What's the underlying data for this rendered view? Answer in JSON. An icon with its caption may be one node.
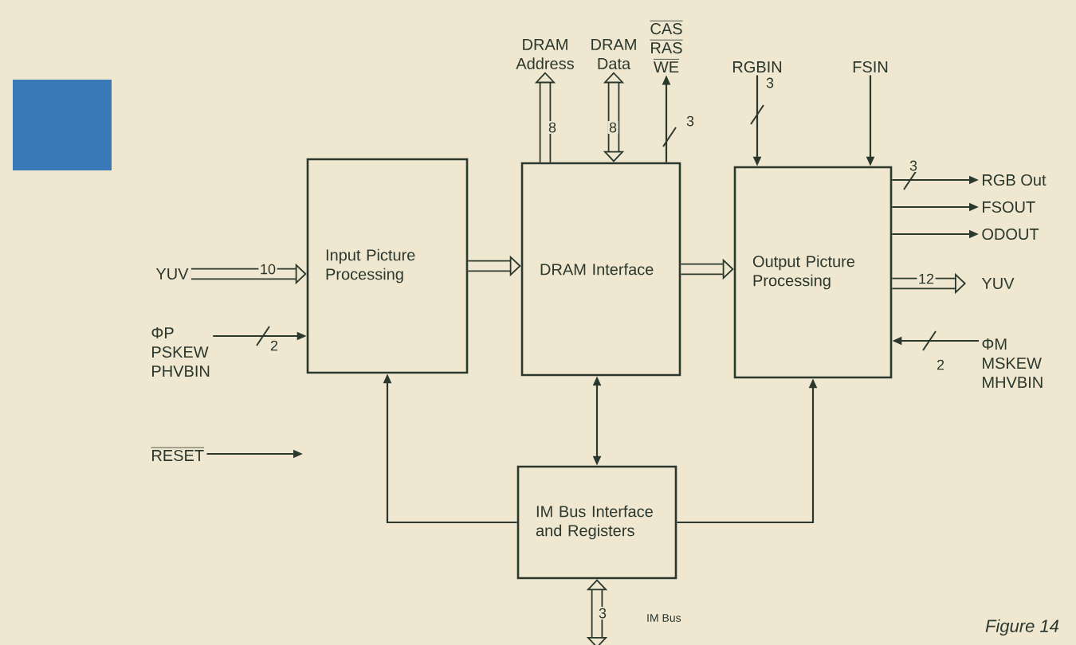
{
  "diagram": {
    "caption": "Figure 14",
    "nodes": [
      {
        "text": [
          "Input Picture Processing"
        ]
      },
      {
        "text": [
          "DRAM Interface"
        ]
      },
      {
        "text": [
          "Output Picture Processing"
        ]
      },
      {
        "text": [
          "IM Bus Interface and Registers"
        ]
      },
      {
        "text": [
          "YUV"
        ]
      },
      {
        "text": [
          "ΦP",
          "PSKEW",
          "PHVBIN"
        ]
      },
      {
        "text": [
          "RESET"
        ]
      },
      {
        "text": [
          "DRAM Address"
        ]
      },
      {
        "text": [
          "DRAM Data"
        ]
      },
      {
        "text": [
          "CAS",
          "RAS",
          "WE"
        ]
      },
      {
        "text": [
          "RGBIN"
        ]
      },
      {
        "text": [
          "FSIN"
        ]
      },
      {
        "text": [
          "RGB Out"
        ]
      },
      {
        "text": [
          "FSOUT"
        ]
      },
      {
        "text": [
          "ODOUT"
        ]
      },
      {
        "text": [
          "YUV"
        ]
      },
      {
        "text": [
          "ΦM",
          "MSKEW",
          "MHVBIN"
        ]
      }
    ],
    "edges": [
      {
        "from": 4,
        "to": 0,
        "arrow": "to",
        "style": "thick",
        "label": "10"
      },
      {
        "from": 5,
        "to": 0,
        "arrow": "to",
        "label": "2"
      },
      {
        "from": 6,
        "to": null,
        "arrow": "to"
      },
      {
        "from": 0,
        "to": 1,
        "arrow": "to",
        "style": "thick"
      },
      {
        "from": 1,
        "to": 7,
        "arrow": "to",
        "style": "thick",
        "label": "8"
      },
      {
        "from": 1,
        "to": 8,
        "arrow": "both",
        "style": "thick",
        "label": "8"
      },
      {
        "from": 1,
        "to": 9,
        "arrow": "to",
        "label": "3"
      },
      {
        "from": 10,
        "to": 2,
        "arrow": "to",
        "label": "3"
      },
      {
        "from": 11,
        "to": 2,
        "arrow": "to"
      },
      {
        "from": 1,
        "to": 2,
        "arrow": "to",
        "style": "thick"
      },
      {
        "from": 2,
        "to": 12,
        "arrow": "to",
        "label": "3"
      },
      {
        "from": 2,
        "to": 13,
        "arrow": "to"
      },
      {
        "from": 2,
        "to": 14,
        "arrow": "to"
      },
      {
        "from": 2,
        "to": 15,
        "arrow": "to",
        "style": "thick",
        "label": "12"
      },
      {
        "from": 16,
        "to": 2,
        "arrow": "to",
        "label": "2"
      },
      {
        "from": 1,
        "to": 3,
        "arrow": "both"
      },
      {
        "from": 3,
        "to": 0,
        "arrow": "to"
      },
      {
        "from": 3,
        "to": 2,
        "arrow": "to"
      },
      {
        "from": 3,
        "to": null,
        "arrow": "both",
        "style": "thick",
        "label": "3"
      }
    ],
    "labels": [
      "IM Bus"
    ]
  }
}
